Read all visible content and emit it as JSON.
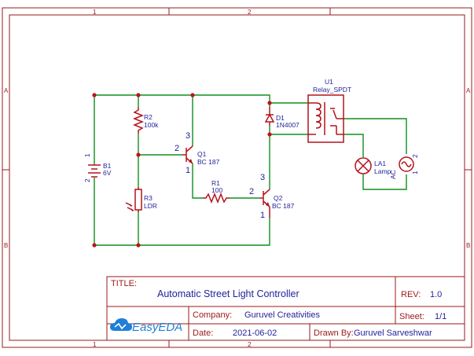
{
  "frame": {
    "columns": [
      "1",
      "2"
    ],
    "rows": [
      "A",
      "B"
    ]
  },
  "components": {
    "b1": {
      "ref": "B1",
      "value": "6V",
      "pins": [
        "1",
        "2"
      ]
    },
    "r2": {
      "ref": "R2",
      "value": "100k"
    },
    "r3": {
      "ref": "R3",
      "value": "LDR"
    },
    "q1": {
      "ref": "Q1",
      "value": "BC 187",
      "pin_b": "2",
      "pin_c": "3",
      "pin_e": "1"
    },
    "r1": {
      "ref": "R1",
      "value": "100"
    },
    "q2": {
      "ref": "Q2",
      "value": "BC 187",
      "pin_b": "2",
      "pin_c": "3",
      "pin_e": "1"
    },
    "d1": {
      "ref": "D1",
      "value": "1N4007"
    },
    "u1": {
      "ref": "U1",
      "value": "Relay_SPDT"
    },
    "la1": {
      "ref": "LA1",
      "value": "Lamp"
    },
    "ac": {
      "label": "AC",
      "pins": [
        "1",
        "2"
      ]
    }
  },
  "title_block": {
    "title_label": "TITLE:",
    "title": "Automatic Street Light Controller",
    "rev_label": "REV:",
    "rev": "1.0",
    "company_label": "Company:",
    "company": "Guruvel Creativities",
    "sheet_label": "Sheet:",
    "sheet": "1/1",
    "date_label": "Date:",
    "date": "2021-06-02",
    "drawn_label": "Drawn By:",
    "drawn_by": "Guruvel Sarveshwar",
    "logo_text": "EasyEDA"
  }
}
